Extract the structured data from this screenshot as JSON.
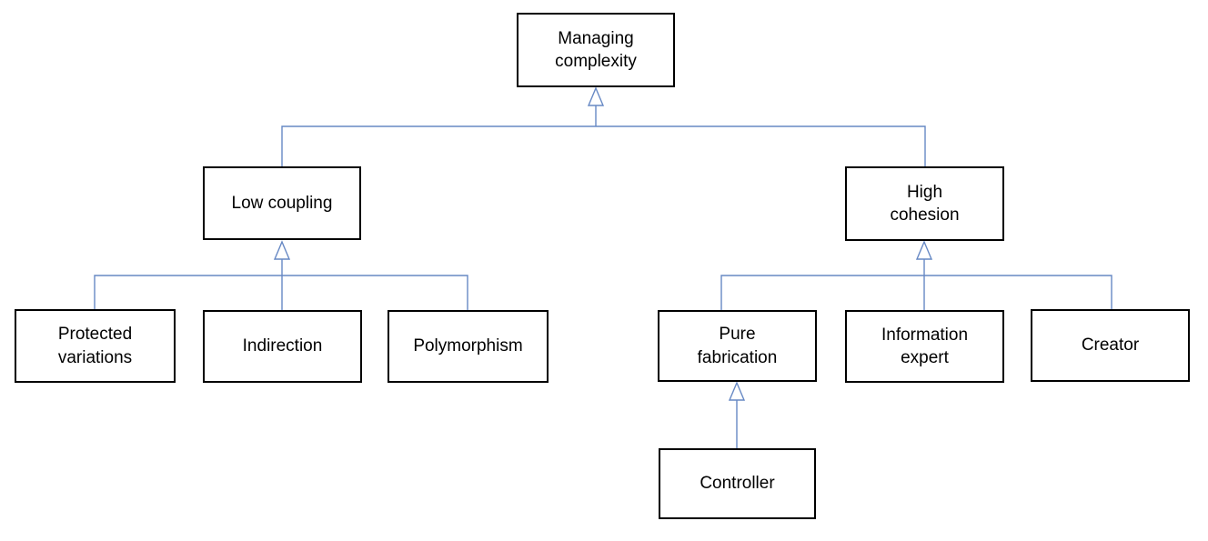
{
  "diagram": {
    "type": "hierarchy",
    "connector_color": "#6688c4",
    "box_border_color": "#000000",
    "box_fill_color": "#ffffff",
    "text_color": "#000000",
    "nodes": {
      "managing_complexity": {
        "label": "Managing\ncomplexity"
      },
      "low_coupling": {
        "label": "Low coupling"
      },
      "high_cohesion": {
        "label": "High\ncohesion"
      },
      "protected_variations": {
        "label": "Protected\nvariations"
      },
      "indirection": {
        "label": "Indirection"
      },
      "polymorphism": {
        "label": "Polymorphism"
      },
      "pure_fabrication": {
        "label": "Pure\nfabrication"
      },
      "information_expert": {
        "label": "Information\nexpert"
      },
      "creator": {
        "label": "Creator"
      },
      "controller": {
        "label": "Controller"
      }
    },
    "edges": [
      {
        "from": "low_coupling",
        "to": "managing_complexity",
        "style": "generalization-open-triangle"
      },
      {
        "from": "high_cohesion",
        "to": "managing_complexity",
        "style": "generalization-open-triangle"
      },
      {
        "from": "protected_variations",
        "to": "low_coupling",
        "style": "generalization-open-triangle"
      },
      {
        "from": "indirection",
        "to": "low_coupling",
        "style": "generalization-open-triangle"
      },
      {
        "from": "polymorphism",
        "to": "low_coupling",
        "style": "generalization-open-triangle"
      },
      {
        "from": "pure_fabrication",
        "to": "high_cohesion",
        "style": "generalization-open-triangle"
      },
      {
        "from": "information_expert",
        "to": "high_cohesion",
        "style": "generalization-open-triangle"
      },
      {
        "from": "creator",
        "to": "high_cohesion",
        "style": "generalization-open-triangle"
      },
      {
        "from": "controller",
        "to": "pure_fabrication",
        "style": "generalization-open-triangle"
      }
    ]
  }
}
